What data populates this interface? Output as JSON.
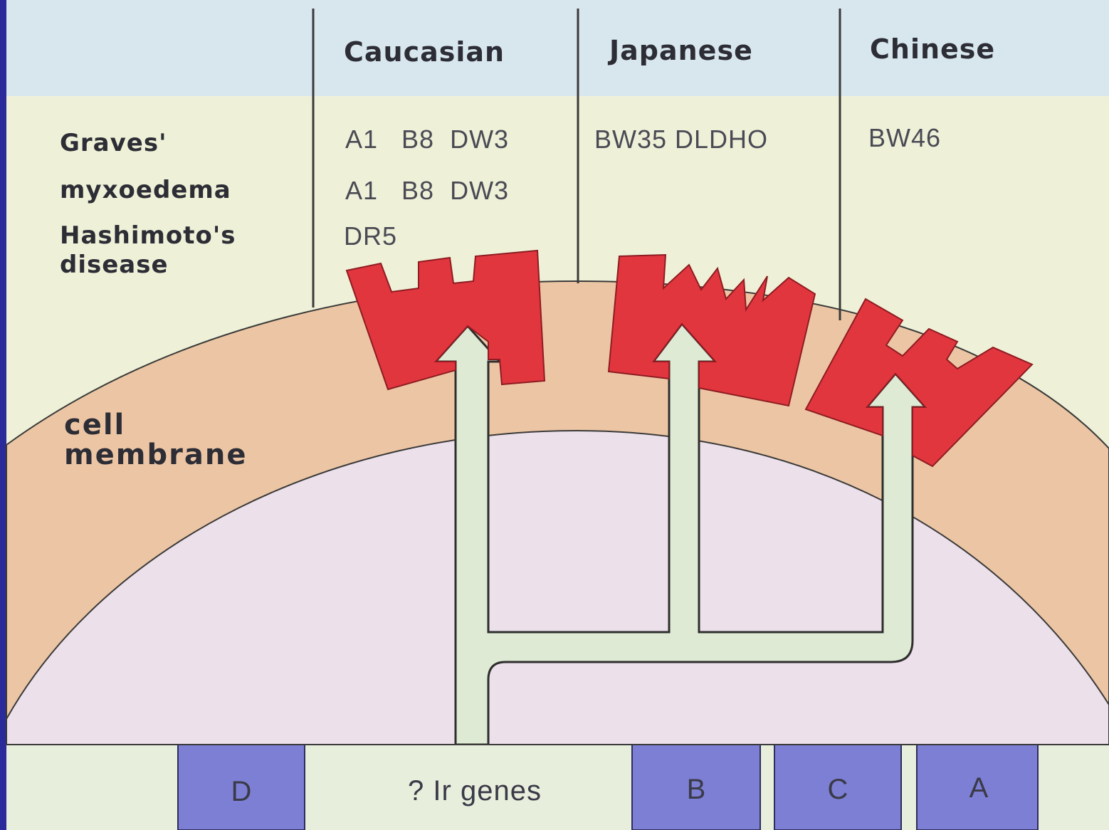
{
  "header": {
    "caucasian": "Caucasian",
    "japanese": "Japanese",
    "chinese": "Chinese"
  },
  "diseases": {
    "graves": "Graves'",
    "myxoedema": "myxoedema",
    "hashimoto_line1": "Hashimoto's",
    "hashimoto_line2": "disease"
  },
  "hla": {
    "graves_caucasian": "A1   B8  DW3",
    "graves_japanese": "BW35 DLDHO",
    "graves_chinese": "BW46",
    "myxoedema_caucasian": "A1   B8  DW3",
    "hashimoto_caucasian": "DR5"
  },
  "membrane": {
    "line1": "cell",
    "line2": "membrane"
  },
  "genes": {
    "d": "D",
    "ir": "? Ir genes",
    "b": "B",
    "c": "C",
    "a": "A"
  },
  "colors": {
    "header_band": "#d8e7ee",
    "background": "#eef1d7",
    "membrane": "#ecc6a4",
    "cytoplasm": "#ece0ea",
    "receptor": "#e2363f",
    "arrow": "#dfead4",
    "gene_box": "#7d7fd4",
    "frame": "#2a2a9a"
  }
}
